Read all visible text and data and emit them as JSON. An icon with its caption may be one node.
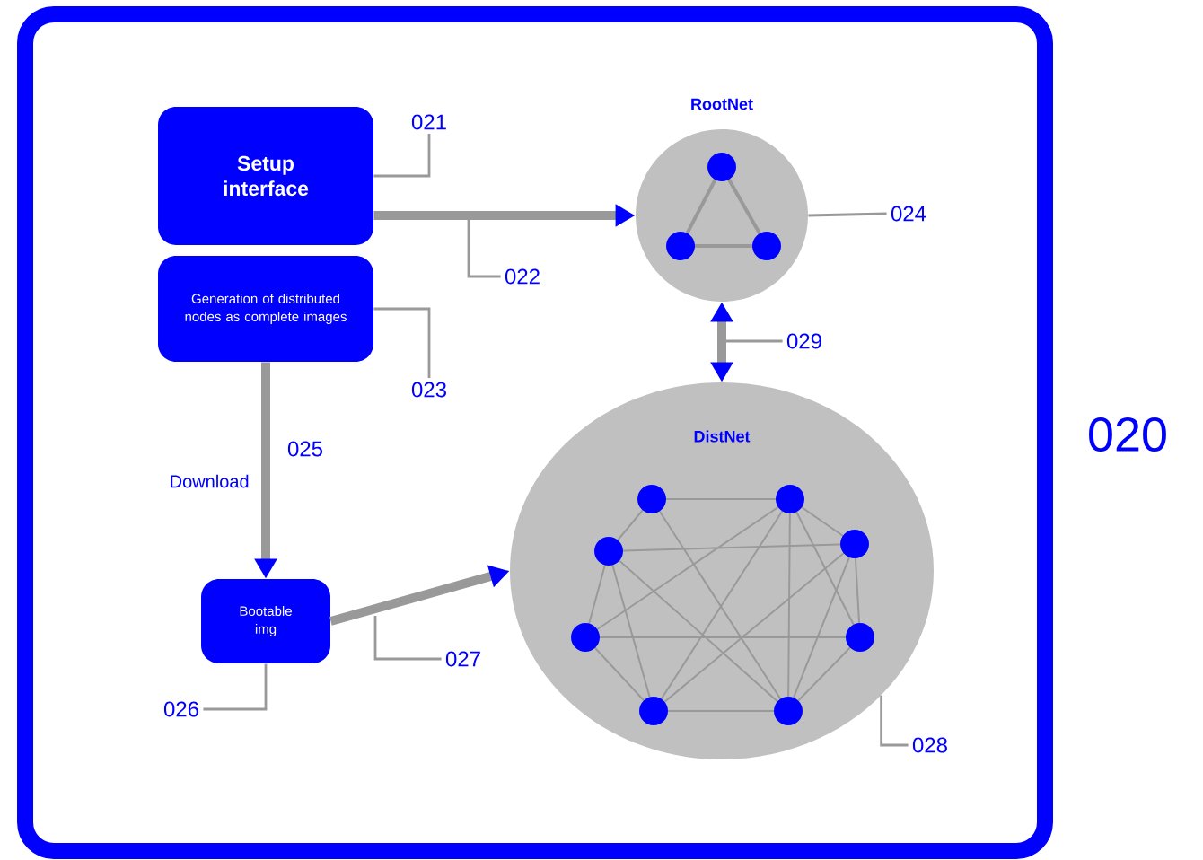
{
  "diagram": {
    "nodes": [
      {
        "text": [],
        "shape": "box",
        "beside": [
          "020"
        ]
      },
      {
        "text": [
          "Setup interface"
        ],
        "in": 0
      },
      {
        "text": [
          "Generation of distributed nodes as complete images"
        ],
        "in": 0
      },
      {
        "text": [
          "RootNet"
        ],
        "in": 0
      },
      {
        "text": [
          "DistNet"
        ],
        "in": 0
      },
      {
        "text": [
          "Bootable img"
        ],
        "in": 0
      },
      {
        "text": [
          "021"
        ],
        "in": 0
      },
      {
        "text": [
          "022"
        ],
        "in": 0
      },
      {
        "text": [
          "023"
        ],
        "in": 0
      },
      {
        "text": [
          "024"
        ],
        "in": 0
      },
      {
        "text": [
          "026"
        ],
        "in": 0
      },
      {
        "text": [
          "027"
        ],
        "in": 0
      },
      {
        "text": [
          "028"
        ],
        "in": 0
      },
      {
        "text": [
          "029"
        ],
        "in": 0
      }
    ],
    "edges": [
      {
        "from": 1,
        "to": 3,
        "arrow": "to",
        "style": "thick"
      },
      {
        "from": 2,
        "to": 5,
        "arrow": "to",
        "style": "thick",
        "label": "Download"
      },
      {
        "from": 5,
        "to": 4,
        "arrow": "to",
        "style": "thick"
      },
      {
        "from": 3,
        "to": 4,
        "arrow": "both",
        "style": "thick"
      },
      {
        "from": 6,
        "to": 1,
        "arrow": "none"
      },
      {
        "from": 7,
        "to": null,
        "arrow": "none"
      },
      {
        "from": 8,
        "to": 2,
        "arrow": "none"
      },
      {
        "from": 9,
        "to": 3,
        "arrow": "none"
      },
      {
        "from": 10,
        "to": 5,
        "arrow": "none"
      },
      {
        "from": 11,
        "to": null,
        "arrow": "none"
      },
      {
        "from": 12,
        "to": 4,
        "arrow": "none"
      },
      {
        "from": 13,
        "to": null,
        "arrow": "none"
      }
    ],
    "labels": [
      "025"
    ]
  }
}
